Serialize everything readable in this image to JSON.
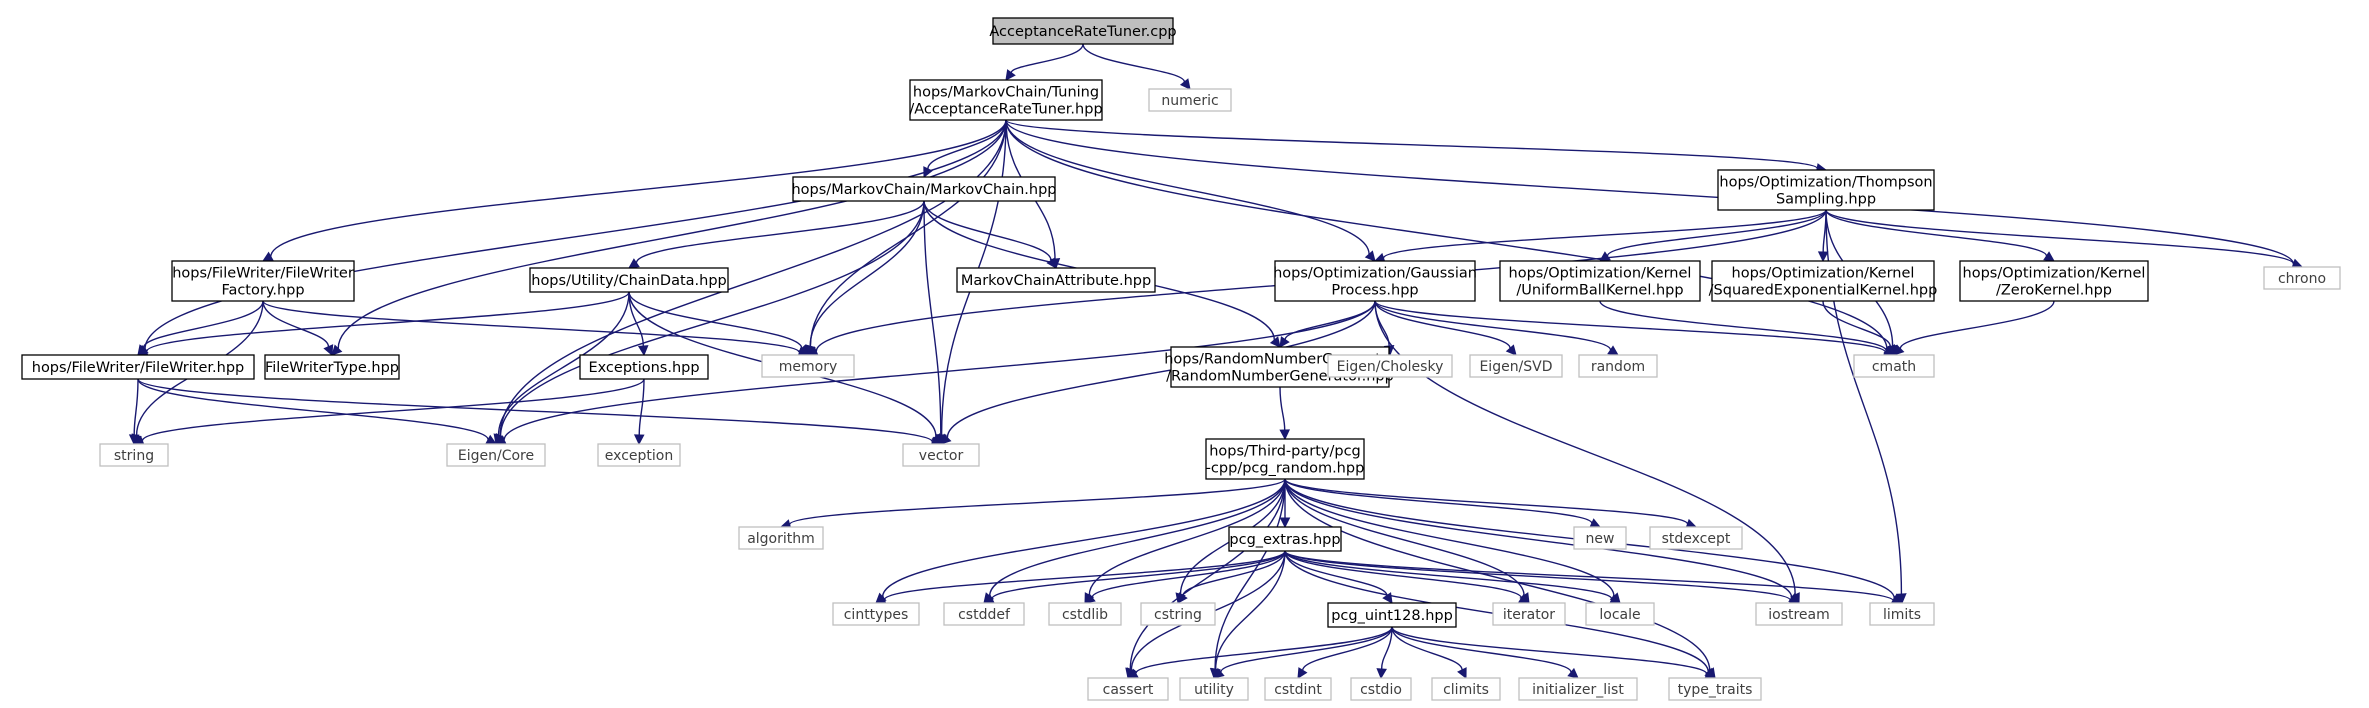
{
  "colors": {
    "edge": "#191970",
    "root_fill": "#bfbfbf",
    "system_border": "#bfbfbf",
    "project_border": "#000000"
  },
  "nodes": [
    {
      "id": "root",
      "kind": "root",
      "lines": [
        "AcceptanceRateTuner.cpp"
      ]
    },
    {
      "id": "art",
      "kind": "project",
      "lines": [
        "hops/MarkovChain/Tuning",
        "/AcceptanceRateTuner.hpp"
      ]
    },
    {
      "id": "numeric",
      "kind": "system",
      "lines": [
        "numeric"
      ]
    },
    {
      "id": "mc",
      "kind": "project",
      "lines": [
        "hops/MarkovChain/MarkovChain.hpp"
      ]
    },
    {
      "id": "ts",
      "kind": "project",
      "lines": [
        "hops/Optimization/Thompson",
        "Sampling.hpp"
      ]
    },
    {
      "id": "chrono",
      "kind": "system",
      "lines": [
        "chrono"
      ]
    },
    {
      "id": "fwf",
      "kind": "project",
      "lines": [
        "hops/FileWriter/FileWriter",
        "Factory.hpp"
      ]
    },
    {
      "id": "cd",
      "kind": "project",
      "lines": [
        "hops/Utility/ChainData.hpp"
      ]
    },
    {
      "id": "mca",
      "kind": "project",
      "lines": [
        "MarkovChainAttribute.hpp"
      ]
    },
    {
      "id": "gp",
      "kind": "project",
      "lines": [
        "hops/Optimization/Gaussian",
        "Process.hpp"
      ]
    },
    {
      "id": "ubk",
      "kind": "project",
      "lines": [
        "hops/Optimization/Kernel",
        "/UniformBallKernel.hpp"
      ]
    },
    {
      "id": "sek",
      "kind": "project",
      "lines": [
        "hops/Optimization/Kernel",
        "/SquaredExponentialKernel.hpp"
      ]
    },
    {
      "id": "zk",
      "kind": "project",
      "lines": [
        "hops/Optimization/Kernel",
        "/ZeroKernel.hpp"
      ]
    },
    {
      "id": "fw",
      "kind": "project",
      "lines": [
        "hops/FileWriter/FileWriter.hpp"
      ]
    },
    {
      "id": "fwt",
      "kind": "project",
      "lines": [
        "FileWriterType.hpp"
      ]
    },
    {
      "id": "memory",
      "kind": "system",
      "lines": [
        "memory"
      ]
    },
    {
      "id": "exc_hpp",
      "kind": "project",
      "lines": [
        "Exceptions.hpp"
      ]
    },
    {
      "id": "rng",
      "kind": "project",
      "lines": [
        "hops/RandomNumberGenerator",
        "/RandomNumberGenerator.hpp"
      ]
    },
    {
      "id": "chol",
      "kind": "system",
      "lines": [
        "Eigen/Cholesky"
      ]
    },
    {
      "id": "svd",
      "kind": "system",
      "lines": [
        "Eigen/SVD"
      ]
    },
    {
      "id": "random",
      "kind": "system",
      "lines": [
        "random"
      ]
    },
    {
      "id": "cmath",
      "kind": "system",
      "lines": [
        "cmath"
      ]
    },
    {
      "id": "string",
      "kind": "system",
      "lines": [
        "string"
      ]
    },
    {
      "id": "eigencore",
      "kind": "system",
      "lines": [
        "Eigen/Core"
      ]
    },
    {
      "id": "exception",
      "kind": "system",
      "lines": [
        "exception"
      ]
    },
    {
      "id": "vector",
      "kind": "system",
      "lines": [
        "vector"
      ]
    },
    {
      "id": "pcgr",
      "kind": "project",
      "lines": [
        "hops/Third-party/pcg",
        "-cpp/pcg_random.hpp"
      ]
    },
    {
      "id": "algorithm",
      "kind": "system",
      "lines": [
        "algorithm"
      ]
    },
    {
      "id": "pcge",
      "kind": "project",
      "lines": [
        "pcg_extras.hpp"
      ]
    },
    {
      "id": "new",
      "kind": "system",
      "lines": [
        "new"
      ]
    },
    {
      "id": "stdexcept",
      "kind": "system",
      "lines": [
        "stdexcept"
      ]
    },
    {
      "id": "cinttypes",
      "kind": "system",
      "lines": [
        "cinttypes"
      ]
    },
    {
      "id": "cstddef",
      "kind": "system",
      "lines": [
        "cstddef"
      ]
    },
    {
      "id": "cstdlib",
      "kind": "system",
      "lines": [
        "cstdlib"
      ]
    },
    {
      "id": "cstring",
      "kind": "system",
      "lines": [
        "cstring"
      ]
    },
    {
      "id": "iterator",
      "kind": "system",
      "lines": [
        "iterator"
      ]
    },
    {
      "id": "locale",
      "kind": "system",
      "lines": [
        "locale"
      ]
    },
    {
      "id": "iostream",
      "kind": "system",
      "lines": [
        "iostream"
      ]
    },
    {
      "id": "limits",
      "kind": "system",
      "lines": [
        "limits"
      ]
    },
    {
      "id": "pcgu",
      "kind": "project",
      "lines": [
        "pcg_uint128.hpp"
      ]
    },
    {
      "id": "cassert",
      "kind": "system",
      "lines": [
        "cassert"
      ]
    },
    {
      "id": "utility",
      "kind": "system",
      "lines": [
        "utility"
      ]
    },
    {
      "id": "cstdint",
      "kind": "system",
      "lines": [
        "cstdint"
      ]
    },
    {
      "id": "cstdio",
      "kind": "system",
      "lines": [
        "cstdio"
      ]
    },
    {
      "id": "climits",
      "kind": "system",
      "lines": [
        "climits"
      ]
    },
    {
      "id": "init_list",
      "kind": "system",
      "lines": [
        "initializer_list"
      ]
    },
    {
      "id": "type_traits",
      "kind": "system",
      "lines": [
        "type_traits"
      ]
    }
  ],
  "edges": [
    [
      "root",
      "art"
    ],
    [
      "root",
      "numeric"
    ],
    [
      "art",
      "mc"
    ],
    [
      "art",
      "ts"
    ],
    [
      "art",
      "chrono"
    ],
    [
      "art",
      "fwf"
    ],
    [
      "art",
      "fw"
    ],
    [
      "art",
      "fwt"
    ],
    [
      "art",
      "mca"
    ],
    [
      "art",
      "gp"
    ],
    [
      "art",
      "memory"
    ],
    [
      "art",
      "eigencore"
    ],
    [
      "art",
      "vector"
    ],
    [
      "art",
      "cmath"
    ],
    [
      "mc",
      "cd"
    ],
    [
      "mc",
      "mca"
    ],
    [
      "mc",
      "memory"
    ],
    [
      "mc",
      "eigencore"
    ],
    [
      "mc",
      "vector"
    ],
    [
      "mc",
      "rng"
    ],
    [
      "ts",
      "gp"
    ],
    [
      "ts",
      "ubk"
    ],
    [
      "ts",
      "sek"
    ],
    [
      "ts",
      "zk"
    ],
    [
      "ts",
      "memory"
    ],
    [
      "ts",
      "chrono"
    ],
    [
      "ts",
      "cmath"
    ],
    [
      "ts",
      "limits"
    ],
    [
      "fwf",
      "fw"
    ],
    [
      "fwf",
      "fwt"
    ],
    [
      "fwf",
      "memory"
    ],
    [
      "fwf",
      "string"
    ],
    [
      "cd",
      "fw"
    ],
    [
      "cd",
      "memory"
    ],
    [
      "cd",
      "exc_hpp"
    ],
    [
      "cd",
      "eigencore"
    ],
    [
      "cd",
      "vector"
    ],
    [
      "gp",
      "rng"
    ],
    [
      "gp",
      "chol"
    ],
    [
      "gp",
      "svd"
    ],
    [
      "gp",
      "random"
    ],
    [
      "gp",
      "cmath"
    ],
    [
      "gp",
      "eigencore"
    ],
    [
      "gp",
      "vector"
    ],
    [
      "gp",
      "iostream"
    ],
    [
      "ubk",
      "cmath"
    ],
    [
      "sek",
      "cmath"
    ],
    [
      "zk",
      "cmath"
    ],
    [
      "fw",
      "string"
    ],
    [
      "fw",
      "eigencore"
    ],
    [
      "fw",
      "vector"
    ],
    [
      "exc_hpp",
      "string"
    ],
    [
      "exc_hpp",
      "exception"
    ],
    [
      "rng",
      "pcgr"
    ],
    [
      "pcgr",
      "algorithm"
    ],
    [
      "pcgr",
      "pcge"
    ],
    [
      "pcgr",
      "new"
    ],
    [
      "pcgr",
      "stdexcept"
    ],
    [
      "pcgr",
      "cinttypes"
    ],
    [
      "pcgr",
      "cstddef"
    ],
    [
      "pcgr",
      "cstdlib"
    ],
    [
      "pcgr",
      "cstring"
    ],
    [
      "pcgr",
      "iterator"
    ],
    [
      "pcgr",
      "locale"
    ],
    [
      "pcgr",
      "iostream"
    ],
    [
      "pcgr",
      "limits"
    ],
    [
      "pcgr",
      "cassert"
    ],
    [
      "pcgr",
      "utility"
    ],
    [
      "pcgr",
      "type_traits"
    ],
    [
      "pcge",
      "cinttypes"
    ],
    [
      "pcge",
      "cstddef"
    ],
    [
      "pcge",
      "cstdlib"
    ],
    [
      "pcge",
      "cstring"
    ],
    [
      "pcge",
      "iterator"
    ],
    [
      "pcge",
      "locale"
    ],
    [
      "pcge",
      "iostream"
    ],
    [
      "pcge",
      "limits"
    ],
    [
      "pcge",
      "cassert"
    ],
    [
      "pcge",
      "utility"
    ],
    [
      "pcge",
      "type_traits"
    ],
    [
      "pcge",
      "pcgu"
    ],
    [
      "pcgu",
      "cassert"
    ],
    [
      "pcgu",
      "utility"
    ],
    [
      "pcgu",
      "cstdint"
    ],
    [
      "pcgu",
      "cstdio"
    ],
    [
      "pcgu",
      "climits"
    ],
    [
      "pcgu",
      "init_list"
    ],
    [
      "pcgu",
      "type_traits"
    ]
  ]
}
